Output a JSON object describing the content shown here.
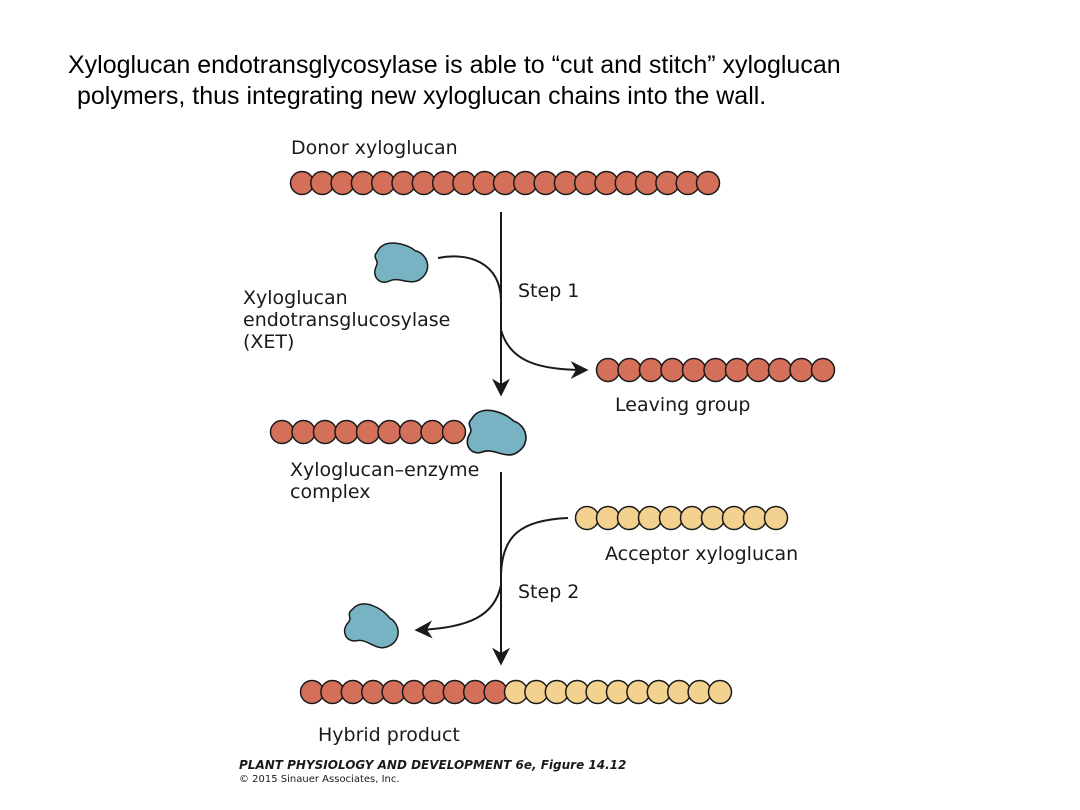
{
  "title": {
    "line1": "Xyloglucan endotransglycosylase is able to “cut and stitch” xyloglucan",
    "line2": "polymers, thus integrating new xyloglucan chains into the wall."
  },
  "diagram": {
    "donor_label": "Donor xyloglucan",
    "enzyme_label_line1": "Xyloglucan",
    "enzyme_label_line2": "endotransglucosylase",
    "enzyme_label_line3": "(XET)",
    "step1_label": "Step 1",
    "leaving_group_label": "Leaving group",
    "complex_label_line1": "Xyloglucan–enzyme",
    "complex_label_line2": "complex",
    "acceptor_label": "Acceptor xyloglucan",
    "step2_label": "Step 2",
    "hybrid_label": "Hybrid product",
    "caption_line1": "PLANT PHYSIOLOGY AND DEVELOPMENT 6e, Figure 14.12",
    "caption_line2": "© 2015 Sinauer Associates, Inc."
  },
  "colors": {
    "donor_bead": "#d4705a",
    "acceptor_bead": "#f3d18f",
    "enzyme": "#77b3c2",
    "outline": "#1a1a1a"
  }
}
